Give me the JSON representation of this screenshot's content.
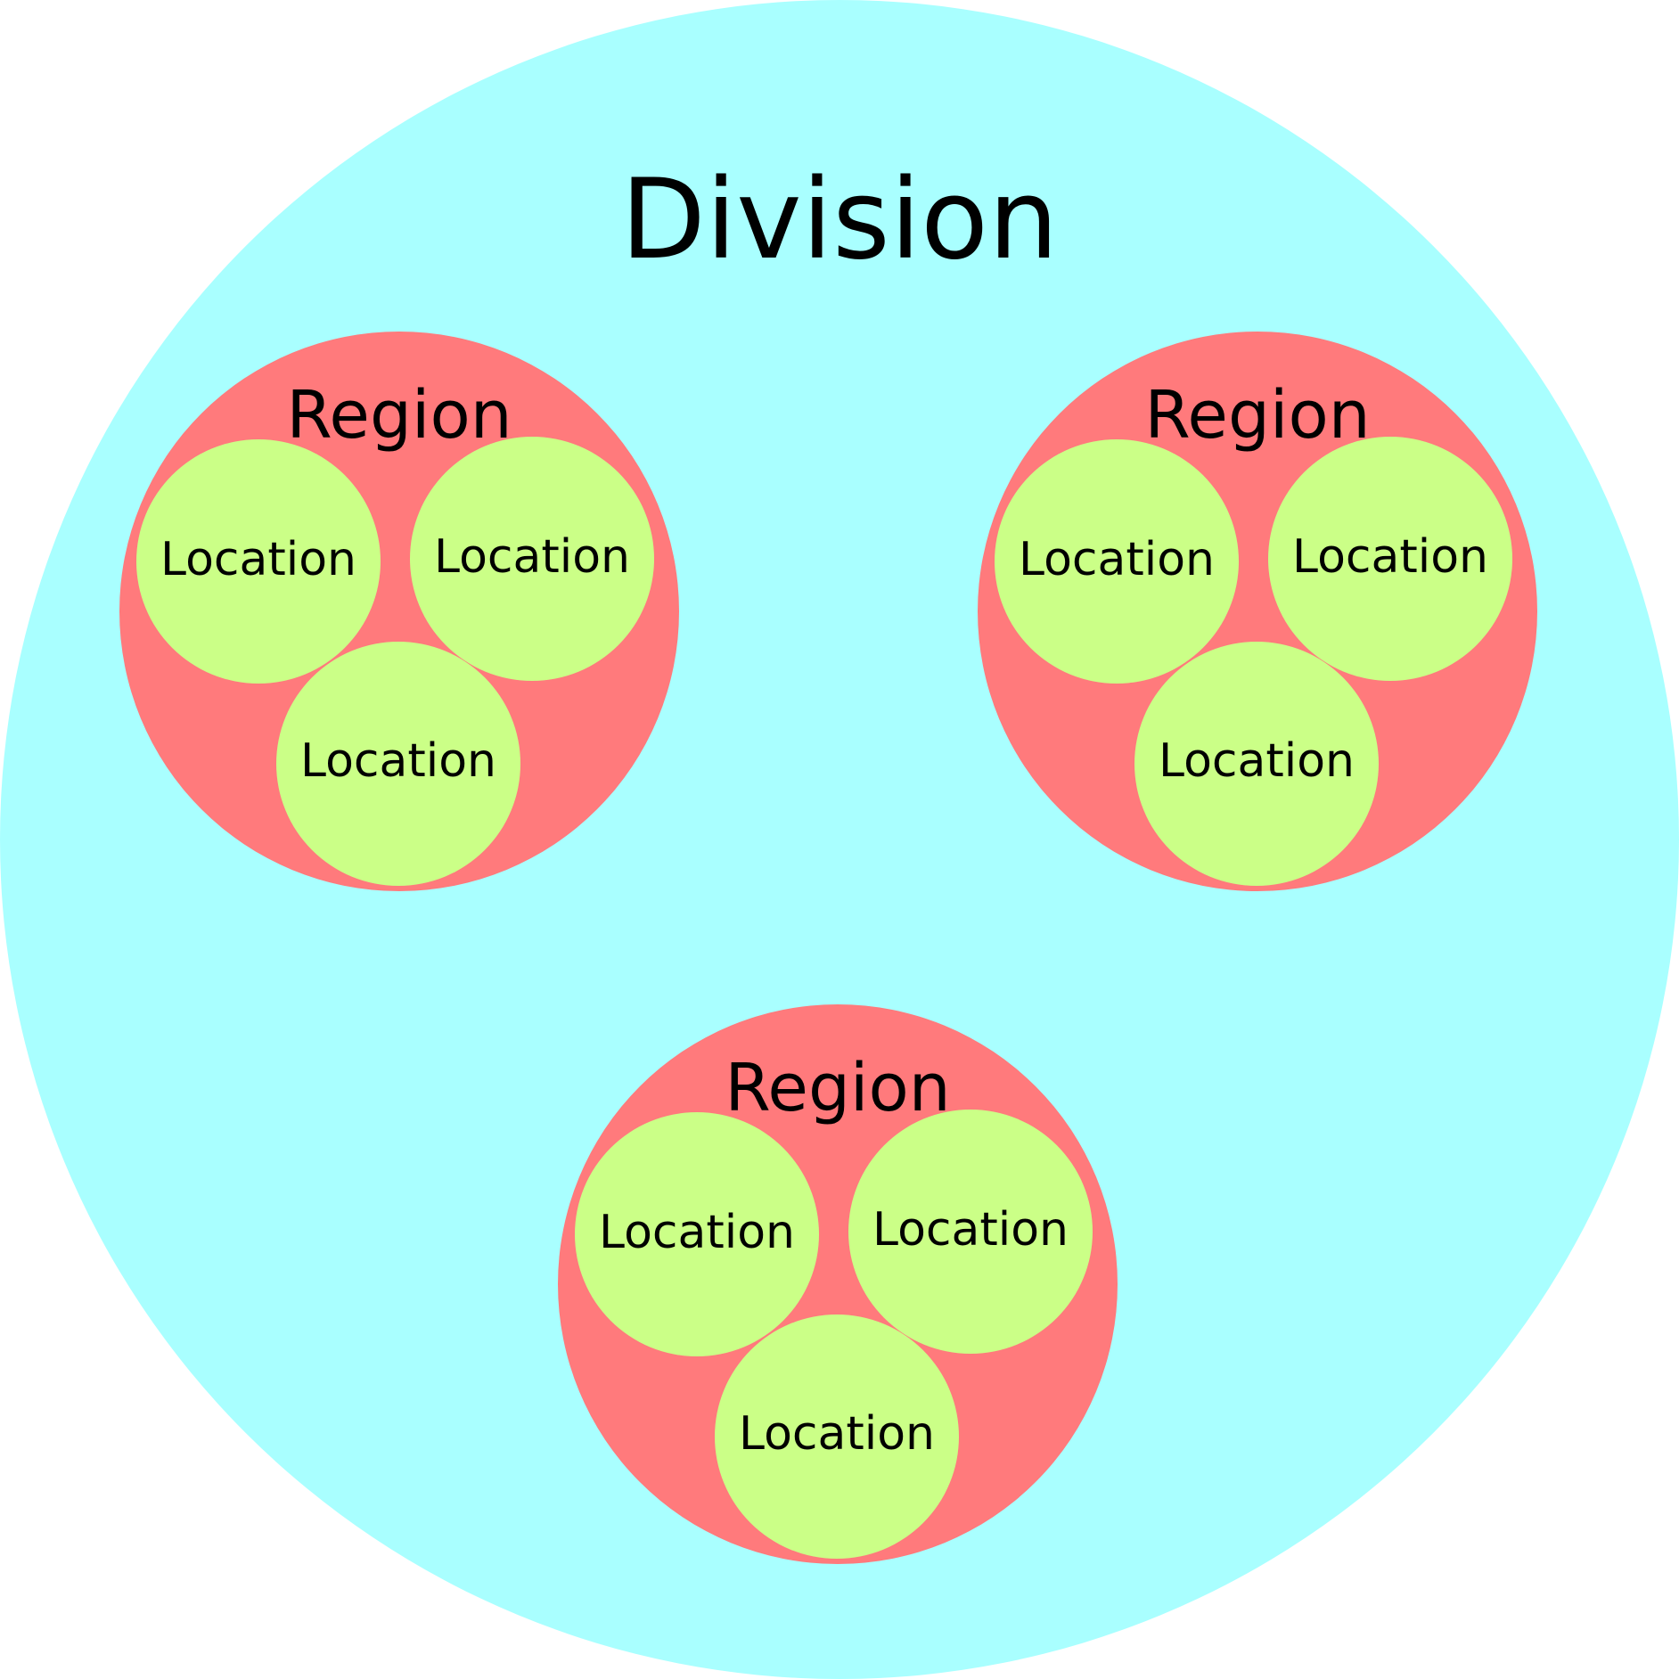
{
  "colors": {
    "division_fill": "#a9ffff",
    "region_fill": "#ff7a7c",
    "location_fill": "#cbff87",
    "text": "#000000",
    "background": "#ffffff"
  },
  "division": {
    "label": "Division",
    "regions": [
      {
        "label": "Region",
        "locations": [
          {
            "label": "Location"
          },
          {
            "label": "Location"
          },
          {
            "label": "Location"
          }
        ]
      },
      {
        "label": "Region",
        "locations": [
          {
            "label": "Location"
          },
          {
            "label": "Location"
          },
          {
            "label": "Location"
          }
        ]
      },
      {
        "label": "Region",
        "locations": [
          {
            "label": "Location"
          },
          {
            "label": "Location"
          },
          {
            "label": "Location"
          }
        ]
      }
    ]
  }
}
